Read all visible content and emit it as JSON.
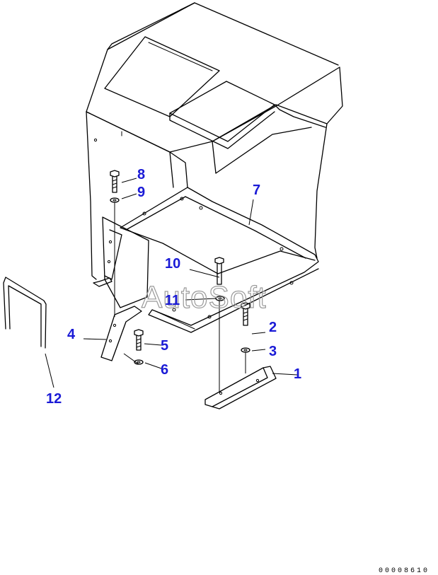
{
  "watermark": "AutoSoft",
  "drawing_code": "00008610",
  "labels": {
    "p1": "1",
    "p2": "2",
    "p3": "3",
    "p4": "4",
    "p5": "5",
    "p6": "6",
    "p7": "7",
    "p8": "8",
    "p9": "9",
    "p10": "10",
    "p11": "11",
    "p12": "12"
  },
  "colors": {
    "label": "#1a1ad6",
    "line": "#000000",
    "watermark": "#9a9a9a"
  }
}
